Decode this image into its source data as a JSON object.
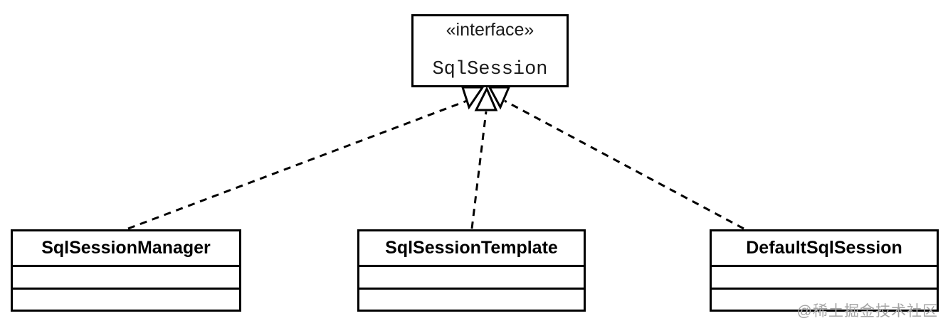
{
  "diagram": {
    "type": "uml-class-diagram",
    "interface": {
      "stereotype": "«interface»",
      "name": "SqlSession"
    },
    "classes": [
      {
        "name": "SqlSessionManager"
      },
      {
        "name": "SqlSessionTemplate"
      },
      {
        "name": "DefaultSqlSession"
      }
    ],
    "relations": [
      {
        "from": "SqlSessionManager",
        "to": "SqlSession",
        "type": "realization",
        "line_style": "dashed",
        "arrowhead": "hollow-triangle"
      },
      {
        "from": "SqlSessionTemplate",
        "to": "SqlSession",
        "type": "realization",
        "line_style": "dashed",
        "arrowhead": "hollow-triangle"
      },
      {
        "from": "DefaultSqlSession",
        "to": "SqlSession",
        "type": "realization",
        "line_style": "dashed",
        "arrowhead": "hollow-triangle"
      }
    ],
    "watermark": "@稀土掘金技术社区",
    "colors": {
      "line": "#000000",
      "background": "#ffffff",
      "text": "#000000",
      "watermark": "#a6a6a6"
    }
  }
}
